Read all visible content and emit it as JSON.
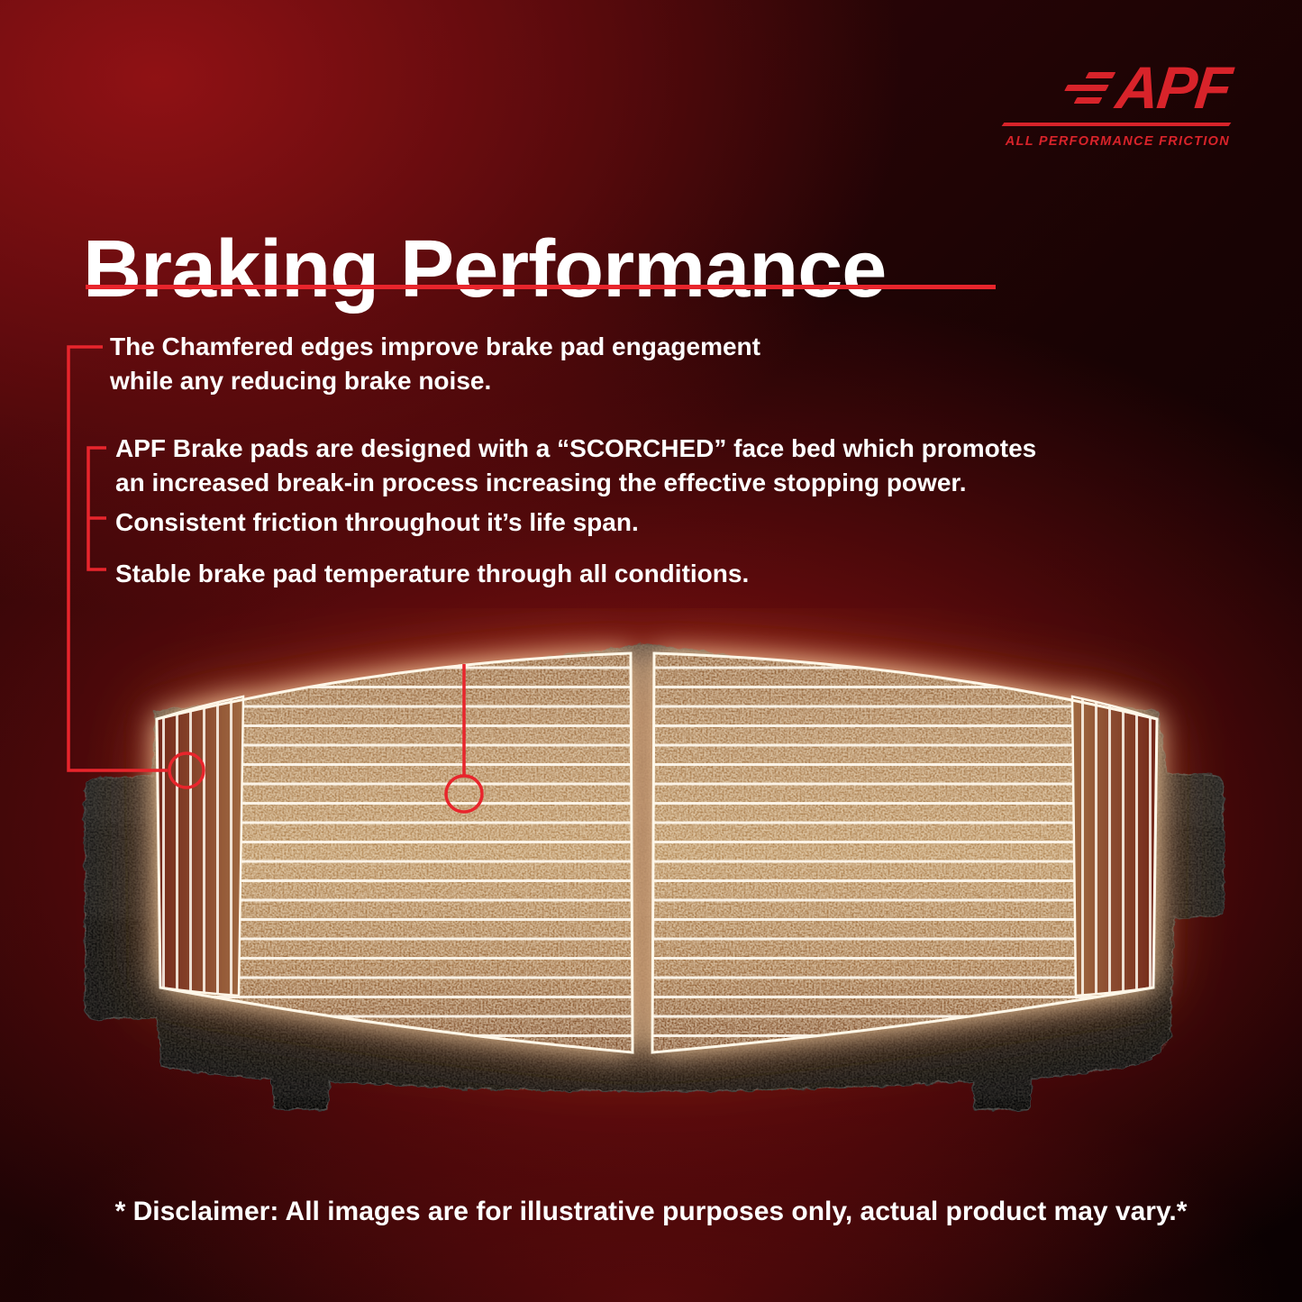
{
  "logo": {
    "brand": "APF",
    "tagline": "ALL PERFORMANCE FRICTION"
  },
  "header": {
    "title": "Braking Performance"
  },
  "bullets": [
    {
      "text": "The Chamfered edges improve brake pad engagement while any reducing brake noise."
    },
    {
      "text": "APF Brake pads are designed with a “SCORCHED” face bed which promotes an increased break-in process increasing the effective stopping power."
    },
    {
      "text": "Consistent friction throughout it’s life span."
    },
    {
      "text": "Stable brake pad temperature through all conditions."
    }
  ],
  "disclaimer": "* Disclaimer: All images are for illustrative purposes only, actual product may vary.*",
  "colors": {
    "accent_red": "#e8252c",
    "logo_red": "#d8232a",
    "title_white": "#ffffff",
    "background_red": "#8c1113",
    "pad_copper": "#a97a4e",
    "plate_black": "#141414"
  }
}
